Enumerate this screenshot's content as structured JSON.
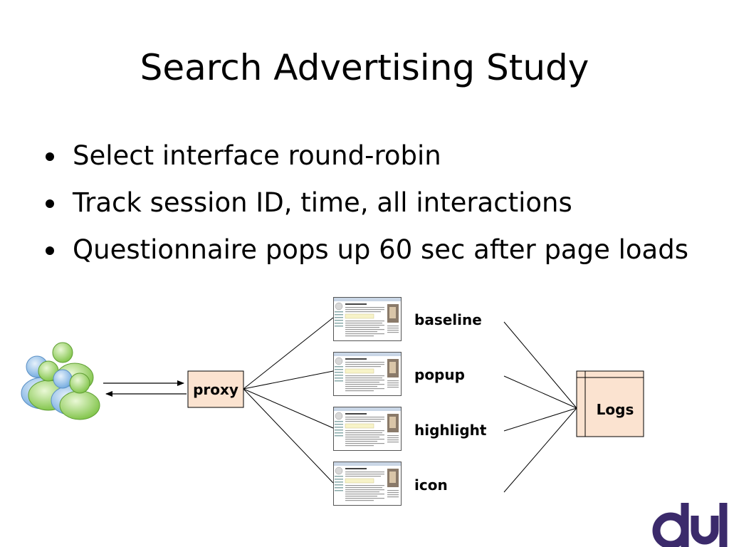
{
  "slide": {
    "title": "Search Advertising Study",
    "bullets": [
      "Select interface round-robin",
      "Track session ID, time, all interactions",
      "Questionnaire pops up 60 sec after page loads"
    ]
  },
  "diagram": {
    "proxy_label": "proxy",
    "logs_label": "Logs",
    "variants": [
      "baseline",
      "popup",
      "highlight",
      "icon"
    ],
    "colors": {
      "box_fill": "#fbe3d0",
      "line": "#000000",
      "users_light": "#dff4c4",
      "users_green": "#8fcf5a",
      "users_blue": "#7fb3e6",
      "logo": "#3b2a6b"
    },
    "icons": [
      "users-icon",
      "browser-screenshot-icon",
      "dub-logo"
    ]
  }
}
